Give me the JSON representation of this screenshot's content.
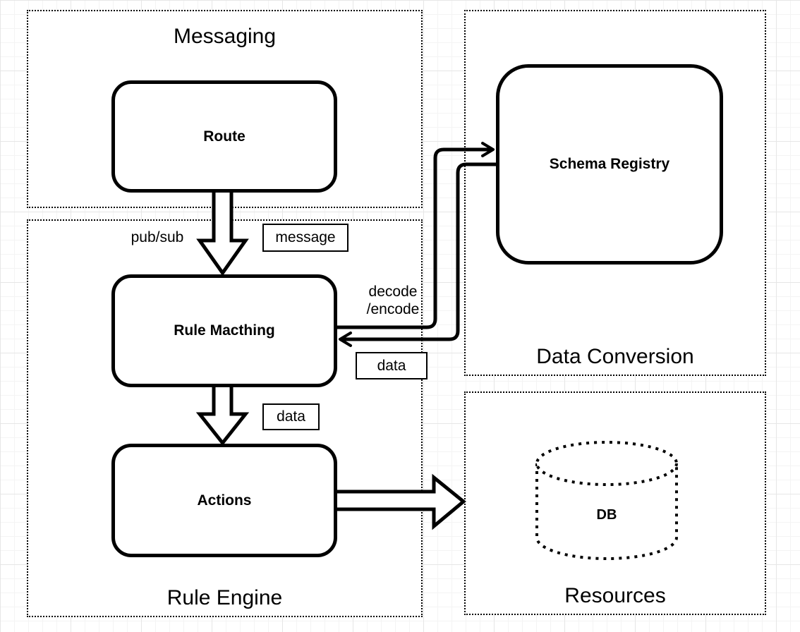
{
  "diagram": {
    "background": "#ffffff",
    "grid_color": "#e6e6e6",
    "stroke_color": "#000000",
    "groups": {
      "messaging": {
        "label": "Messaging"
      },
      "rule_engine": {
        "label": "Rule Engine"
      },
      "data_conversion": {
        "label": "Data Conversion"
      },
      "resources": {
        "label": "Resources"
      }
    },
    "nodes": {
      "route": {
        "label": "Route",
        "shape": "rounded-rect"
      },
      "rule_matching": {
        "label": "Rule Macthing",
        "shape": "rounded-rect"
      },
      "actions": {
        "label": "Actions",
        "shape": "rounded-rect"
      },
      "schema_registry": {
        "label": "Schema Registry",
        "shape": "rounded-rect"
      },
      "db": {
        "label": "DB",
        "shape": "cylinder-dotted"
      }
    },
    "edge_labels": {
      "pub_sub": "pub/sub",
      "message": "message",
      "decode_line1": "decode",
      "decode_line2": "/encode",
      "data_return": "data",
      "data_down": "data"
    },
    "edges": [
      {
        "from": "Route",
        "to": "Rule Macthing",
        "labels": [
          "pub/sub",
          "message"
        ],
        "style": "hollow-block-arrow-down"
      },
      {
        "from": "Rule Macthing",
        "to": "Schema Registry",
        "labels": [
          "decode",
          "/encode"
        ],
        "style": "curved-line-arrow"
      },
      {
        "from": "Schema Registry",
        "to": "Rule Macthing",
        "labels": [
          "data"
        ],
        "style": "curved-line-arrow"
      },
      {
        "from": "Rule Macthing",
        "to": "Actions",
        "labels": [
          "data"
        ],
        "style": "hollow-block-arrow-down"
      },
      {
        "from": "Actions",
        "to": "DB",
        "labels": [],
        "style": "hollow-block-arrow-right"
      }
    ]
  }
}
